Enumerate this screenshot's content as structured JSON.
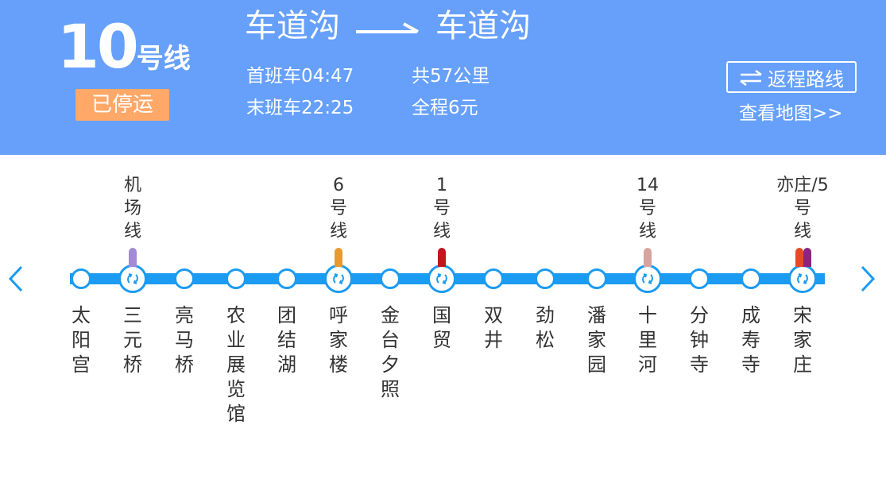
{
  "header": {
    "line_number": "10",
    "line_suffix": "号线",
    "status": "已停运",
    "route_from": "车道沟",
    "route_to": "车道沟",
    "first_train": "首班车04:47",
    "last_train": "末班车22:25",
    "distance": "共57公里",
    "fare": "全程6元",
    "return_label": "返程路线",
    "return_icon": "swap-arrows-icon",
    "map_link": "查看地图>>",
    "colors": {
      "header_bg": "#66a0fb",
      "badge_bg": "#ffa868",
      "track": "#1b9bf1"
    }
  },
  "stations": [
    {
      "name": "太阳宫"
    },
    {
      "name": "三元桥",
      "transfers": [
        {
          "number": "",
          "chars": "机场线",
          "color": "#a28ad6"
        }
      ]
    },
    {
      "name": "亮马桥"
    },
    {
      "name": "农业展览馆"
    },
    {
      "name": "团结湖"
    },
    {
      "name": "呼家楼",
      "transfers": [
        {
          "number": "6",
          "chars": "号线",
          "color": "#e89a30"
        }
      ]
    },
    {
      "name": "金台夕照"
    },
    {
      "name": "国贸",
      "transfers": [
        {
          "number": "1",
          "chars": "号线",
          "color": "#c4151c"
        }
      ]
    },
    {
      "name": "双井"
    },
    {
      "name": "劲松"
    },
    {
      "name": "潘家园"
    },
    {
      "name": "十里河",
      "transfers": [
        {
          "number": "14",
          "chars": "号线",
          "color": "#d8a49f"
        }
      ]
    },
    {
      "name": "分钟寺"
    },
    {
      "name": "成寿寺"
    },
    {
      "name": "宋家庄",
      "transfers": [
        {
          "number": "亦庄/5",
          "chars": "号线",
          "color": "#e8482a"
        },
        {
          "number": "",
          "chars": "",
          "color": "#8c2480"
        }
      ]
    }
  ]
}
